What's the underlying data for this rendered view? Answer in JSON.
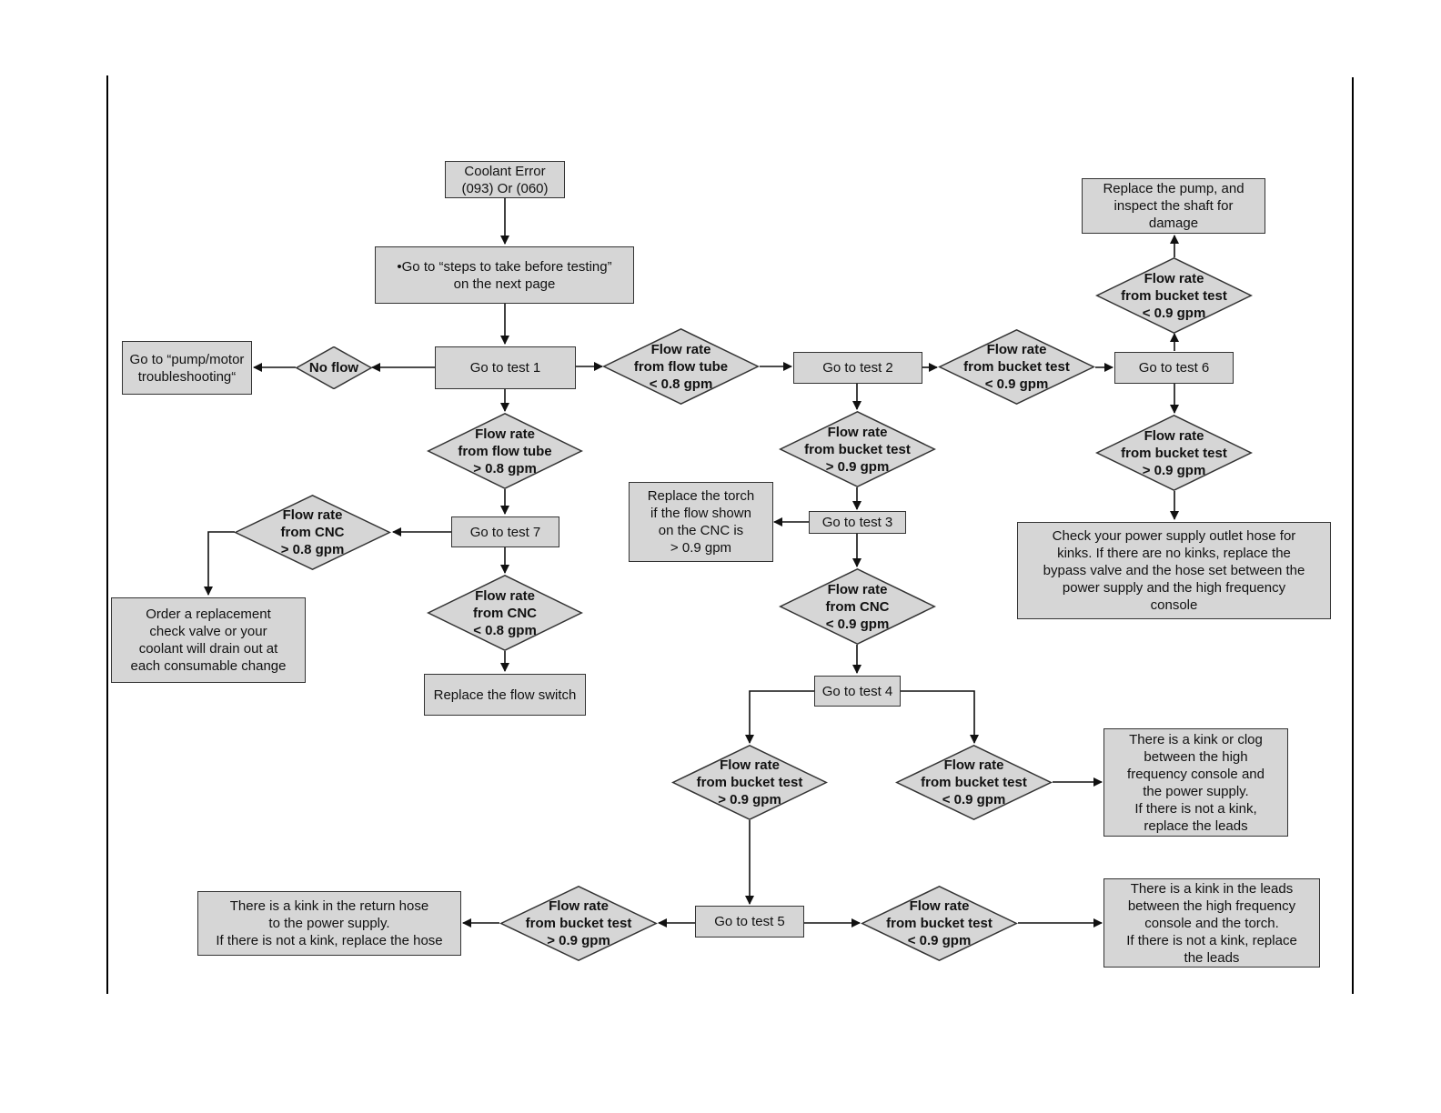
{
  "colors": {
    "fill": "#d6d6d6",
    "stroke": "#333333",
    "line": "#111111"
  },
  "nodes": {
    "start": "Coolant Error\n(093) Or (060)",
    "before": "•Go to “steps to take before testing”\non the next page",
    "test1": "Go to test 1",
    "noflow": "No flow",
    "pump": "Go to “pump/motor\ntroubleshooting“",
    "d_tube_lt": "Flow rate\nfrom flow tube\n< 0.8 gpm",
    "d_tube_gt": "Flow rate\nfrom flow tube\n> 0.8 gpm",
    "test7": "Go to test 7",
    "d_cnc_gt08": "Flow rate\nfrom CNC\n> 0.8 gpm",
    "checkvalve": "Order a replacement\ncheck valve or your\ncoolant will drain out at\neach consumable change",
    "d_cnc_lt08": "Flow rate\nfrom CNC\n< 0.8 gpm",
    "flowswitch": "Replace the flow switch",
    "test2": "Go to test 2",
    "d_b2_lt": "Flow rate\nfrom bucket test\n< 0.9 gpm",
    "d_b2_gt": "Flow rate\nfrom bucket test\n> 0.9 gpm",
    "test3": "Go to test 3",
    "torch": "Replace the torch\nif the flow shown\non the CNC is\n> 0.9 gpm",
    "d_cnc_lt09": "Flow rate\nfrom CNC\n< 0.9 gpm",
    "test4": "Go to test 4",
    "d_b4_gt": "Flow rate\nfrom bucket test\n> 0.9 gpm",
    "d_b4_lt": "Flow rate\nfrom bucket test\n< 0.9 gpm",
    "kinkclog": "There is a kink or clog\nbetween the high\nfrequency console and\nthe power supply.\nIf there is not a kink,\nreplace the leads",
    "test5": "Go to test 5",
    "d_b5_gt": "Flow rate\nfrom bucket test\n> 0.9 gpm",
    "returnhose": "There is a kink in the return hose\nto the power supply.\nIf there is not a kink, replace the hose",
    "d_b5_lt": "Flow rate\nfrom bucket test\n< 0.9 gpm",
    "leads": "There is a kink in the leads\nbetween the high frequency\nconsole and the torch.\nIf there is not a kink, replace\nthe leads",
    "test6": "Go to test 6",
    "d_b6_lt": "Flow rate\nfrom bucket test\n< 0.9 gpm",
    "pumpreplace": "Replace the pump, and\ninspect the shaft for\ndamage",
    "d_b6_gt": "Flow rate\nfrom bucket test\n> 0.9 gpm",
    "outlethose": "Check your power supply outlet hose for\nkinks. If there are no kinks, replace the\nbypass valve and the hose set between the\npower supply and the high frequency\nconsole"
  }
}
